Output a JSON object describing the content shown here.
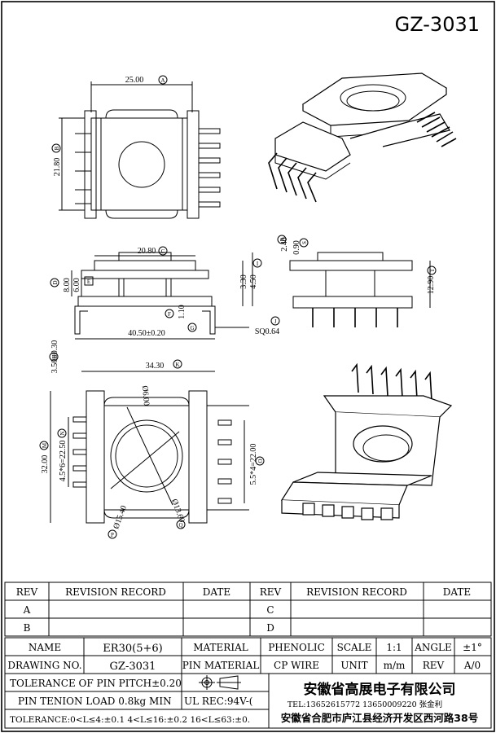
{
  "part_number": "GZ-3031",
  "views": {
    "top": {
      "dims": {
        "width": "25.00",
        "width_ref": "A",
        "height": "21.80",
        "height_ref": "B"
      }
    },
    "front": {
      "dims": {
        "top_width": "20.80",
        "top_width_ref": "C",
        "d": "8.00",
        "d_ref": "D",
        "e": "6.00",
        "e_ref": "E",
        "f": "1.10",
        "f_ref": "F",
        "g": "40.50±0.20",
        "g_ref": "G",
        "i1": "3.30",
        "i2": "4.50",
        "i_ref": "I",
        "j": "SQ0.64",
        "j_ref": "J",
        "h1": "3.50±0.30",
        "h_ref": "H"
      }
    },
    "side": {
      "dims": {
        "r": "2.40",
        "r_ref": "R",
        "s": "0.90",
        "s_ref": "S",
        "t": "12.90",
        "t_ref": "T"
      }
    },
    "bottom": {
      "dims": {
        "k": "34.30",
        "k_ref": "K",
        "m": "32.00",
        "m_ref": "M",
        "n": "4.5*6=22.50",
        "n_ref": "N",
        "o": "5.5*4=22.00",
        "o_ref": "O",
        "p": "Ø15.40",
        "p_ref": "P",
        "q": "Ø13.60",
        "q_ref": "Q",
        "u": "Ø6.00"
      }
    }
  },
  "revision_table": {
    "headers": [
      "REV",
      "REVISION RECORD",
      "DATE",
      "REV",
      "REVISION RECORD",
      "DATE"
    ],
    "rows": [
      {
        "rev1": "A",
        "rev2": "C"
      },
      {
        "rev1": "B",
        "rev2": "D"
      }
    ]
  },
  "title_block": {
    "name_label": "NAME",
    "name_value": "ER30(5+6)",
    "material_label": "MATERIAL",
    "material_value": "PHENOLIC",
    "scale_label": "SCALE",
    "scale_value": "1:1",
    "angle_label": "ANGLE",
    "angle_value": "±1°",
    "drawing_no_label": "DRAWING NO.",
    "drawing_no_value": "GZ-3031",
    "pin_material_label": "PIN MATERIAL",
    "pin_material_value": "CP WIRE",
    "unit_label": "UNIT",
    "unit_value": "m/m",
    "rev_label": "REV",
    "rev_value": "A/0",
    "tolerance_pitch": "TOLERANCE OF PIN PITCH±0.20",
    "pin_tension": "PIN TENION LOAD 0.8kg MIN",
    "ul_rec": "UL REC:94V-(",
    "tolerance_general": "TOLERANCE:0<L≤4:±0.1  4<L≤16:±0.2  16<L≤63:±0.",
    "company": "安徽省高展电子有限公司",
    "tel": "TEL:13652615772  13650009220  张金利",
    "address": "安徽省合肥市庐江县经济开发区西河路38号"
  }
}
